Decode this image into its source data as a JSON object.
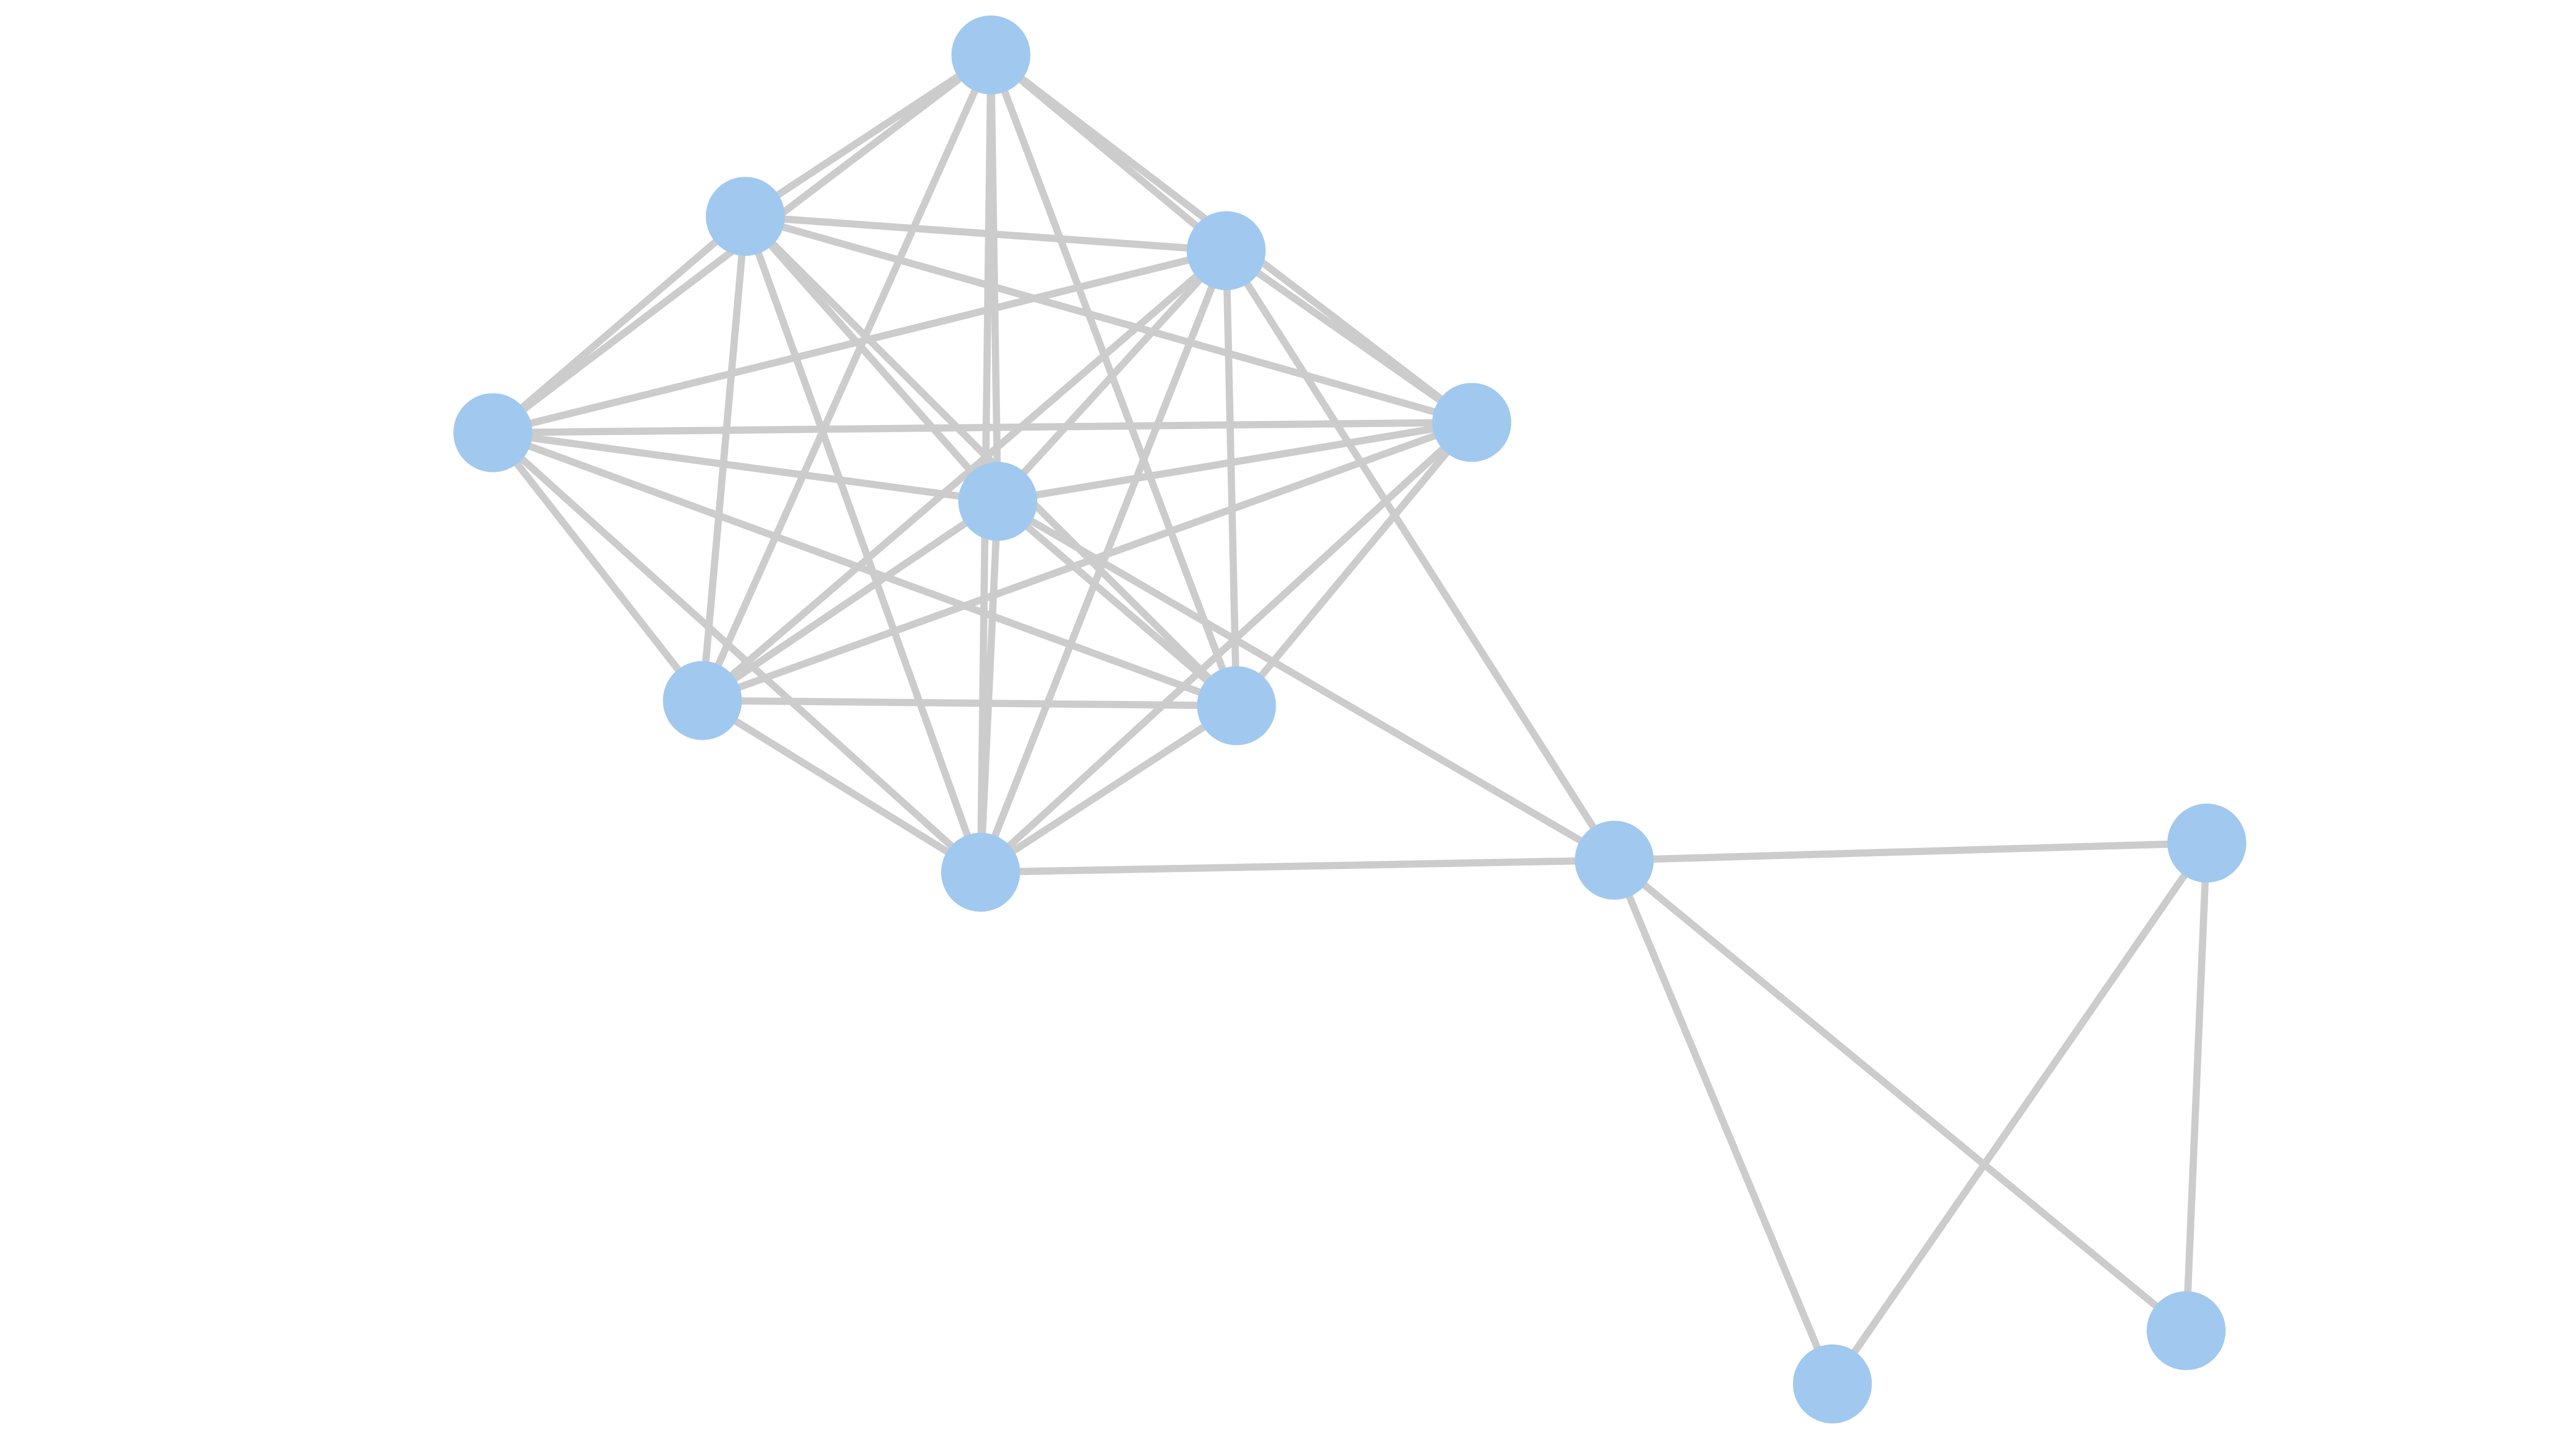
{
  "graph": {
    "colors": {
      "node_fill": "#a1c9ef",
      "edge_stroke": "#cccccc",
      "background": "#ffffff"
    },
    "nodes": [
      {
        "id": "n1"
      },
      {
        "id": "n2"
      },
      {
        "id": "n3"
      },
      {
        "id": "n4"
      },
      {
        "id": "n5"
      },
      {
        "id": "n6"
      },
      {
        "id": "n7"
      },
      {
        "id": "n8"
      },
      {
        "id": "n9"
      },
      {
        "id": "n10"
      },
      {
        "id": "n11"
      },
      {
        "id": "n12"
      },
      {
        "id": "n13"
      }
    ],
    "edges": [
      [
        "n1",
        "n2"
      ],
      [
        "n1",
        "n3"
      ],
      [
        "n1",
        "n4"
      ],
      [
        "n1",
        "n5"
      ],
      [
        "n1",
        "n6"
      ],
      [
        "n1",
        "n7"
      ],
      [
        "n1",
        "n8"
      ],
      [
        "n1",
        "n9"
      ],
      [
        "n2",
        "n3"
      ],
      [
        "n2",
        "n4"
      ],
      [
        "n2",
        "n5"
      ],
      [
        "n2",
        "n6"
      ],
      [
        "n2",
        "n7"
      ],
      [
        "n2",
        "n8"
      ],
      [
        "n2",
        "n9"
      ],
      [
        "n3",
        "n4"
      ],
      [
        "n3",
        "n5"
      ],
      [
        "n3",
        "n6"
      ],
      [
        "n3",
        "n7"
      ],
      [
        "n3",
        "n8"
      ],
      [
        "n3",
        "n9"
      ],
      [
        "n3",
        "n10"
      ],
      [
        "n4",
        "n5"
      ],
      [
        "n4",
        "n6"
      ],
      [
        "n4",
        "n7"
      ],
      [
        "n4",
        "n8"
      ],
      [
        "n4",
        "n9"
      ],
      [
        "n5",
        "n6"
      ],
      [
        "n5",
        "n7"
      ],
      [
        "n5",
        "n8"
      ],
      [
        "n5",
        "n9"
      ],
      [
        "n6",
        "n7"
      ],
      [
        "n6",
        "n8"
      ],
      [
        "n6",
        "n9"
      ],
      [
        "n6",
        "n10"
      ],
      [
        "n7",
        "n8"
      ],
      [
        "n7",
        "n9"
      ],
      [
        "n8",
        "n9"
      ],
      [
        "n9",
        "n10"
      ],
      [
        "n10",
        "n11"
      ],
      [
        "n10",
        "n12"
      ],
      [
        "n10",
        "n13"
      ],
      [
        "n11",
        "n12"
      ],
      [
        "n11",
        "n13"
      ]
    ]
  }
}
